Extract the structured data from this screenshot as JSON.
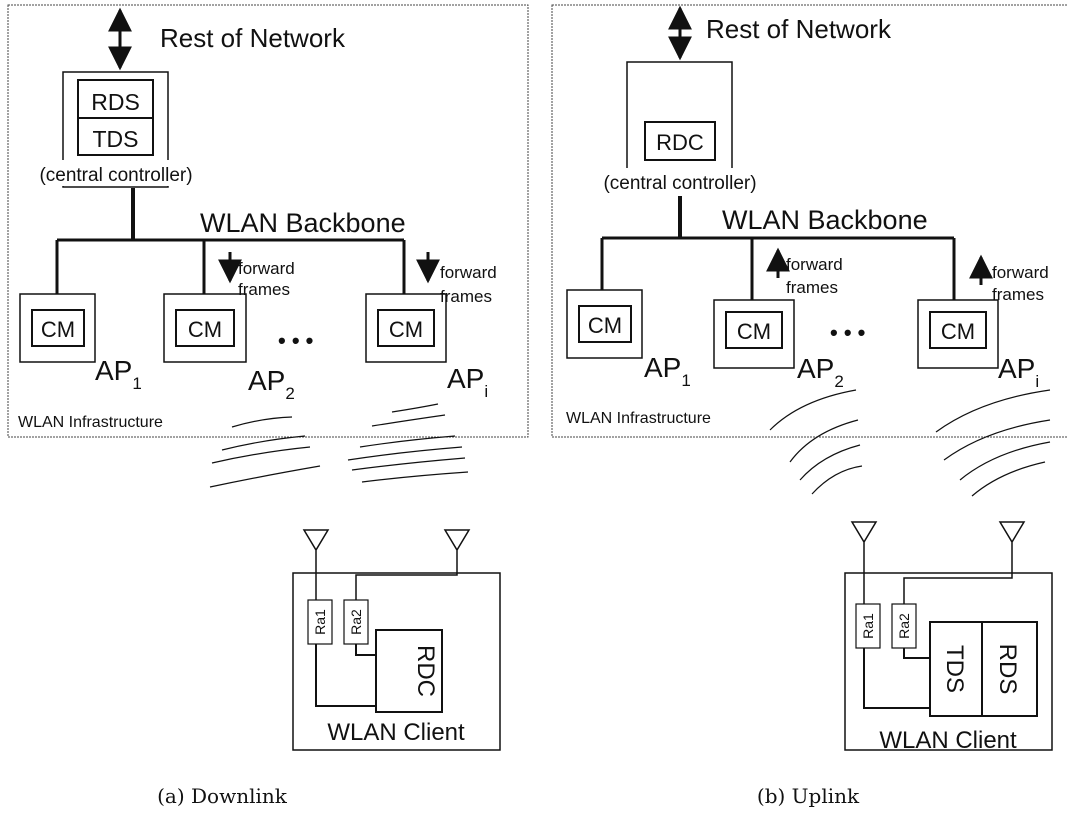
{
  "downlink": {
    "rest_of_network": "Rest of Network",
    "rds": "RDS",
    "tds": "TDS",
    "central_controller": "(central controller)",
    "backbone": "WLAN Backbone",
    "cm": "CM",
    "forward": "forward",
    "frames": "frames",
    "ap_prefix": "AP",
    "ap_subs": [
      "1",
      "2",
      "i"
    ],
    "ellipsis": "• • •",
    "infrastructure": "WLAN Infrastructure",
    "ra1": "Ra1",
    "ra2": "Ra2",
    "rdc": "RDC",
    "client": "WLAN Client",
    "caption": "(a) Downlink"
  },
  "uplink": {
    "rest_of_network": "Rest of Network",
    "rdc": "RDC",
    "central_controller": "(central controller)",
    "backbone": "WLAN Backbone",
    "cm": "CM",
    "forward": "forward",
    "frames": "frames",
    "ap_prefix": "AP",
    "ap_subs": [
      "1",
      "2",
      "i"
    ],
    "ellipsis": "• • •",
    "infrastructure": "WLAN Infrastructure",
    "ra1": "Ra1",
    "ra2": "Ra2",
    "tds": "TDS",
    "rds": "RDS",
    "client": "WLAN Client",
    "caption": "(b) Uplink"
  }
}
